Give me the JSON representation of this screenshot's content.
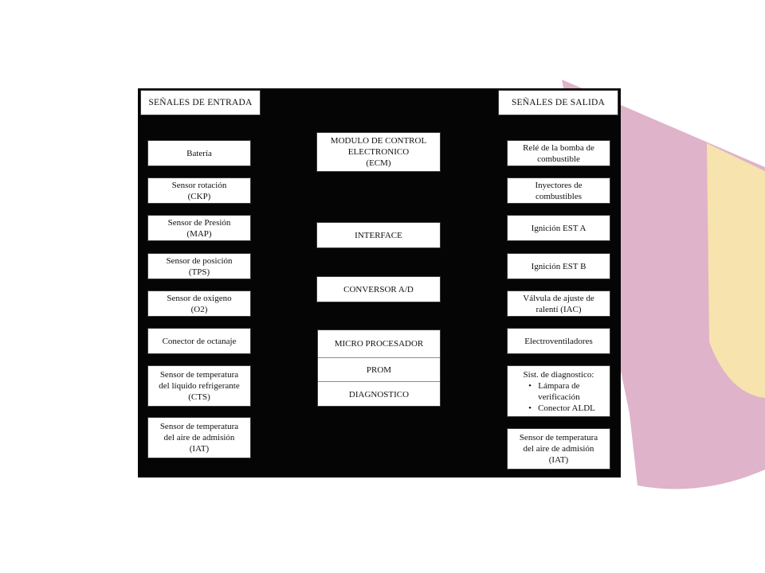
{
  "background": {
    "colors": {
      "pink": "#dfb3c9",
      "yellow": "#f6e3ad",
      "panel": "#050505"
    }
  },
  "diagram": {
    "inputs_header": "SEÑALES DE ENTRADA",
    "outputs_header": "SEÑALES DE SALIDA",
    "inputs": [
      "Batería",
      "Sensor rotación\n(CKP)",
      "Sensor de Presión\n(MAP)",
      "Sensor de posición\n(TPS)",
      "Sensor de oxigeno\n(O2)",
      "Conector de octanaje",
      "Sensor de temperatura\ndel líquido refrigerante\n(CTS)",
      "Sensor de temperatura\ndel aire de admisión\n(IAT)"
    ],
    "center": {
      "ecm": "MODULO DE CONTROL\nELECTRONICO\n(ECM)",
      "interface": "INTERFACE",
      "converter": "CONVERSOR A/D",
      "micro": "MICRO PROCESADOR",
      "prom": "PROM",
      "diagnostico": "DIAGNOSTICO"
    },
    "outputs": [
      "Relé de la bomba de\ncombustible",
      "Inyectores de\ncombustibles",
      "Ignición EST A",
      "Ignición EST B",
      "Válvula de ajuste de\nralentí (IAC)",
      "Electroventiladores"
    ],
    "diag_output": {
      "title": "Sist. de diagnostico:",
      "items": [
        "Lámpara de\nverificación",
        "Conector ALDL"
      ]
    },
    "last_output": "Sensor de temperatura\ndel aire de admisión\n(IAT)"
  }
}
